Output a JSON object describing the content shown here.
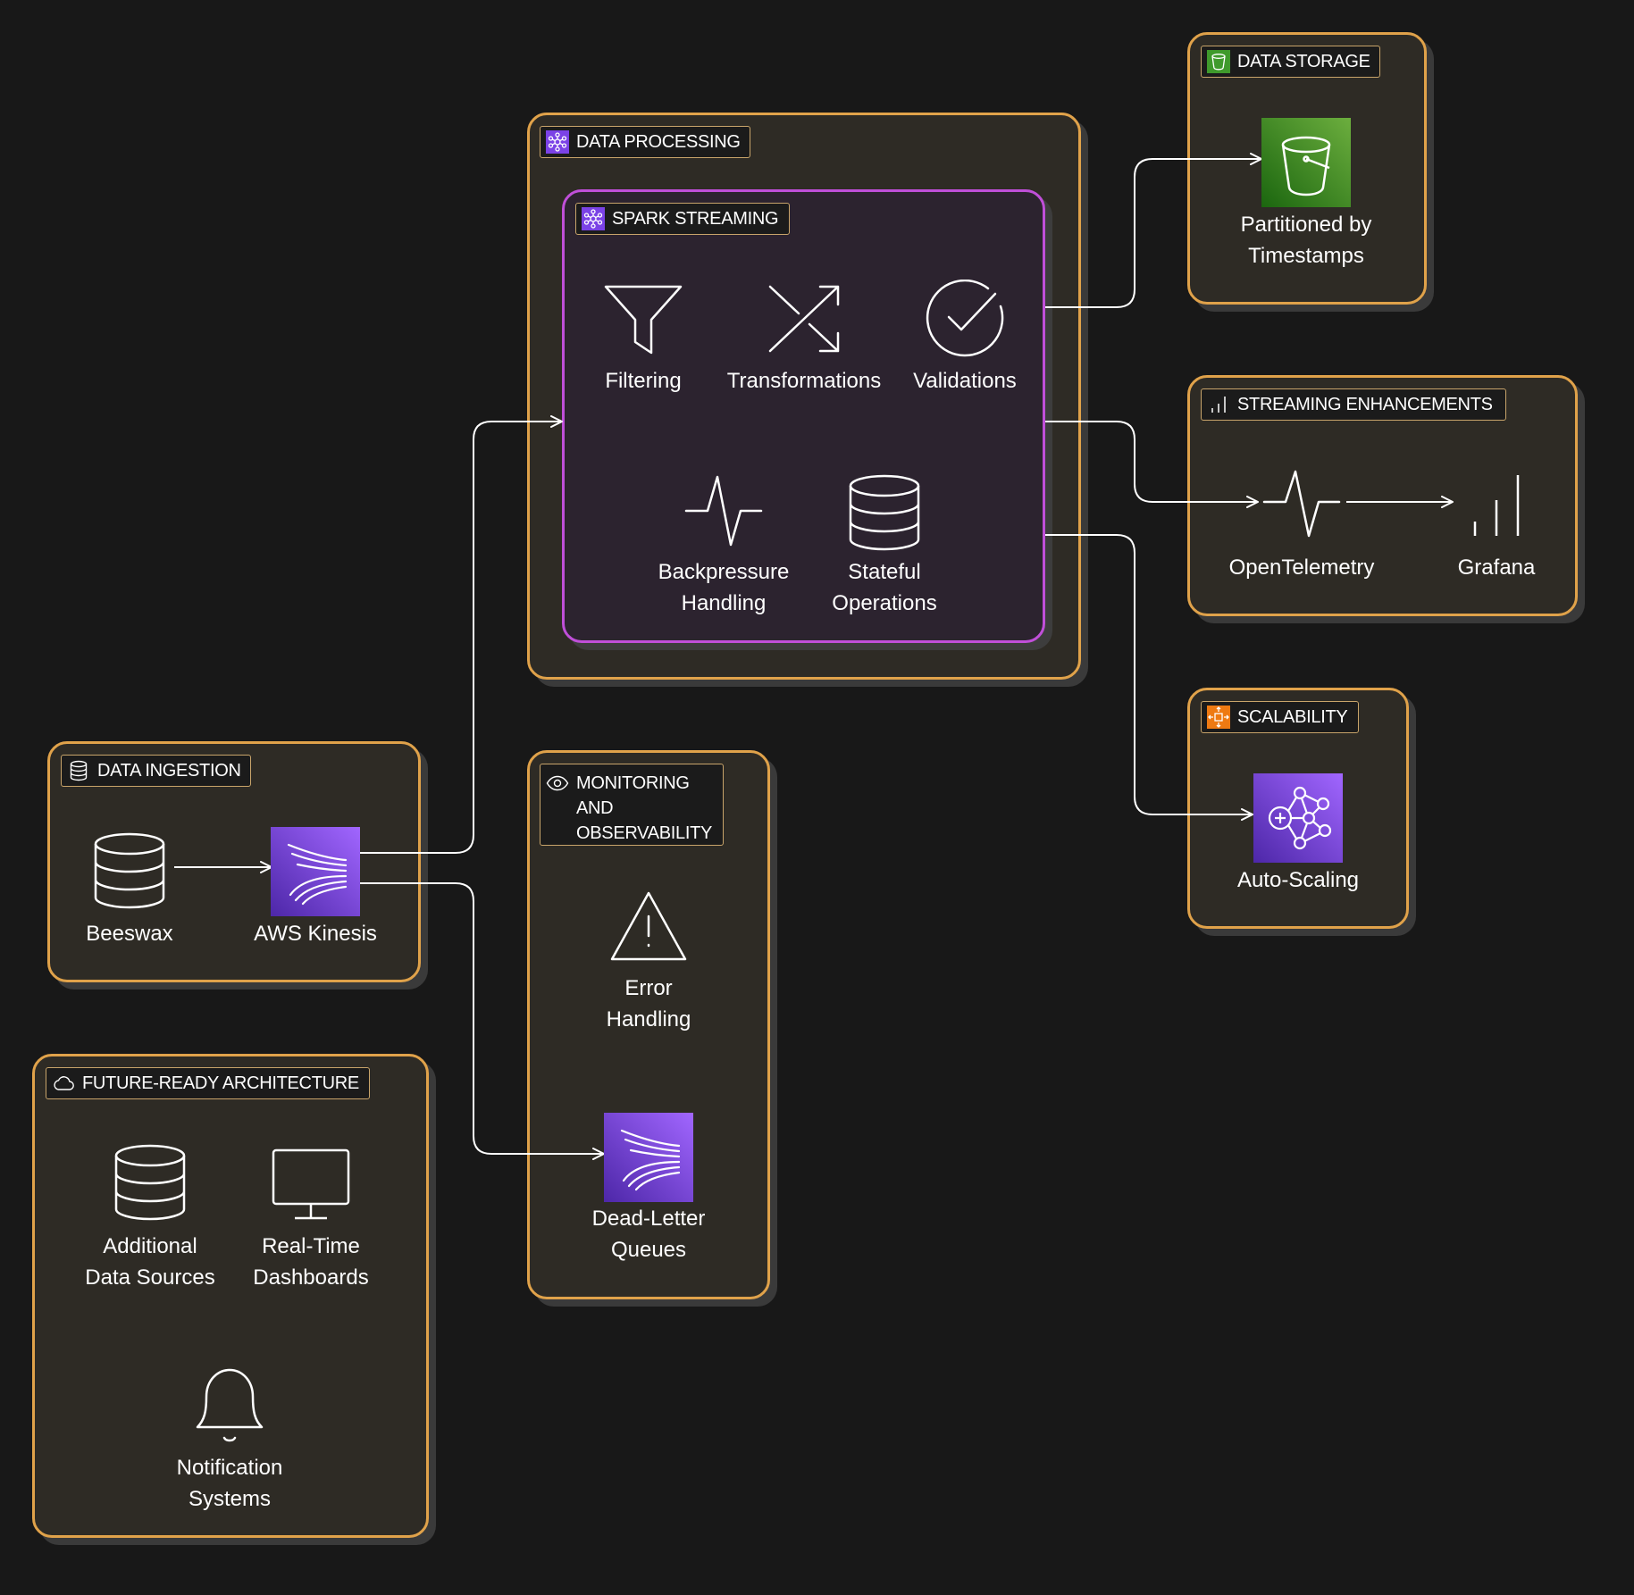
{
  "groups": {
    "data_processing": "DATA PROCESSING",
    "spark_streaming": "SPARK STREAMING",
    "data_storage": "DATA STORAGE",
    "streaming_enhancements": "STREAMING ENHANCEMENTS",
    "scalability": "SCALABILITY",
    "data_ingestion": "DATA INGESTION",
    "monitoring_line1": "MONITORING",
    "monitoring_line2": "AND",
    "monitoring_line3": "OBSERVABILITY",
    "future_ready": "FUTURE-READY ARCHITECTURE"
  },
  "nodes": {
    "filtering": "Filtering",
    "transformations": "Transformations",
    "validations": "Validations",
    "backpressure_1": "Backpressure",
    "backpressure_2": "Handling",
    "stateful_1": "Stateful",
    "stateful_2": "Operations",
    "partitioned_1": "Partitioned by",
    "partitioned_2": "Timestamps",
    "opentelemetry": "OpenTelemetry",
    "grafana": "Grafana",
    "autoscaling": "Auto-Scaling",
    "beeswax": "Beeswax",
    "aws_kinesis": "AWS Kinesis",
    "error_1": "Error",
    "error_2": "Handling",
    "dlq_1": "Dead-Letter",
    "dlq_2": "Queues",
    "additional_1": "Additional",
    "additional_2": "Data Sources",
    "dashboards_1": "Real-Time",
    "dashboards_2": "Dashboards",
    "notification_1": "Notification",
    "notification_2": "Systems"
  },
  "icons": {
    "filtering": "funnel-icon",
    "transformations": "shuffle-icon",
    "validations": "check-circle-icon",
    "backpressure": "pulse-icon",
    "stateful": "database-icon",
    "storage": "s3-bucket-icon",
    "opentelemetry": "pulse-icon",
    "grafana": "bar-chart-icon",
    "autoscaling": "network-icon",
    "beeswax": "database-icon",
    "kinesis": "kinesis-icon",
    "error": "warning-icon",
    "dlq": "kinesis-icon",
    "additional": "database-icon",
    "dashboards": "monitor-icon",
    "notification": "bell-icon"
  },
  "colors": {
    "background": "#181818",
    "group_fill": "#2e2b25",
    "group_border": "#e0a24a",
    "spark_fill": "#2c232f",
    "spark_border": "#c04fd9",
    "aws_purple": "#7b42e6",
    "aws_green": "#3f9a2c",
    "aws_orange": "#ee7a12",
    "edge": "#ffffff"
  },
  "edges": [
    {
      "from": "Beeswax",
      "to": "AWS Kinesis"
    },
    {
      "from": "AWS Kinesis",
      "to": "SPARK STREAMING"
    },
    {
      "from": "AWS Kinesis",
      "to": "Dead-Letter Queues"
    },
    {
      "from": "SPARK STREAMING",
      "to": "Partitioned by Timestamps"
    },
    {
      "from": "SPARK STREAMING",
      "to": "OpenTelemetry"
    },
    {
      "from": "OpenTelemetry",
      "to": "Grafana"
    },
    {
      "from": "SPARK STREAMING",
      "to": "Auto-Scaling"
    }
  ]
}
